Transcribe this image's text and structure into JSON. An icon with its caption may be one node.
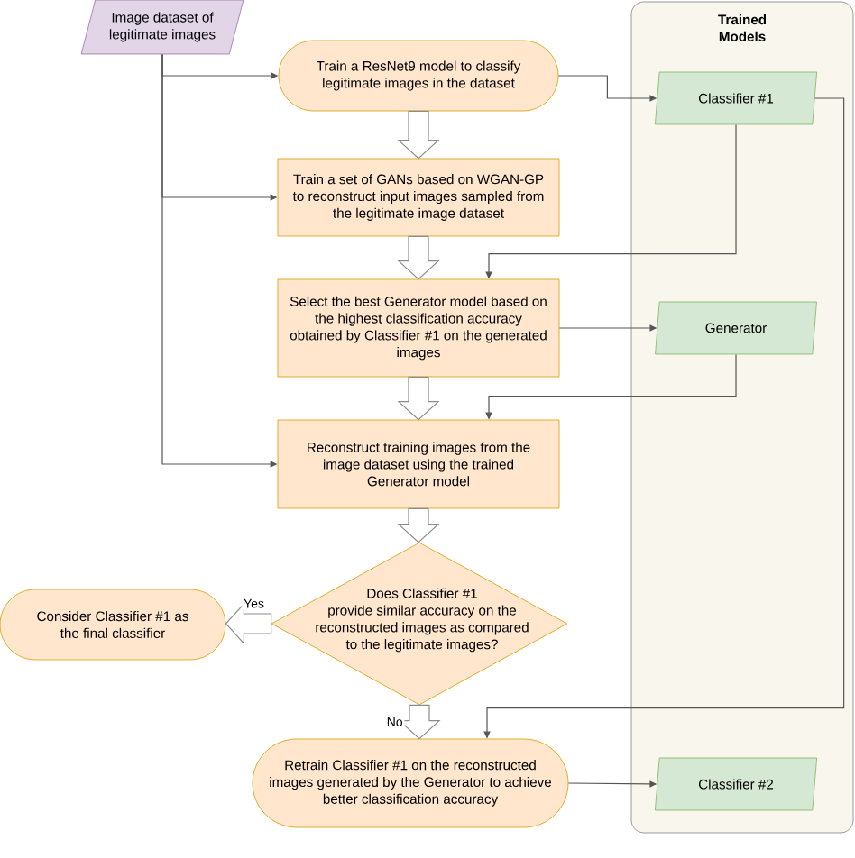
{
  "diagram": {
    "nodes": [
      {
        "text": [
          "Image dataset of legitimate images"
        ]
      },
      {
        "text": [
          "Trained Models"
        ]
      },
      {
        "text": [
          "Train a ResNet9 model to classify legitimate images in the dataset"
        ]
      },
      {
        "text": [
          "Classifier #1"
        ],
        "in": 1
      },
      {
        "text": [
          "Train a set of GANs based on WGAN-GP to reconstruct input images sampled from the legitimate image dataset"
        ]
      },
      {
        "text": [
          "Select the best Generator model based on the highest classification accuracy obtained by Classifier #1 on the generated images"
        ]
      },
      {
        "text": [
          "Generator"
        ],
        "in": 1
      },
      {
        "text": [
          "Reconstruct training images from the image dataset using the trained Generator model"
        ]
      },
      {
        "text": [
          "Does Classifier #1 provide similar accuracy on the reconstructed images as compared to the legitimate images?"
        ]
      },
      {
        "text": [
          "Consider Classifier #1 as the final classifier"
        ]
      },
      {
        "text": [
          "Retrain Classifier #1 on the reconstructed images generated by the Generator to achieve better classification accuracy"
        ]
      },
      {
        "text": [
          "Classifier #2"
        ],
        "in": 1
      }
    ],
    "edges": [
      {
        "from": 0,
        "to": 2,
        "arrow": "to"
      },
      {
        "from": 0,
        "to": 4,
        "arrow": "to"
      },
      {
        "from": 0,
        "to": 7,
        "arrow": "to"
      },
      {
        "from": 2,
        "to": 4,
        "arrow": "to",
        "style": "thick"
      },
      {
        "from": 2,
        "to": 3,
        "arrow": "to"
      },
      {
        "from": 3,
        "to": 5,
        "arrow": "to"
      },
      {
        "from": 4,
        "to": 5,
        "arrow": "to",
        "style": "thick"
      },
      {
        "from": 5,
        "to": 6,
        "arrow": "to"
      },
      {
        "from": 6,
        "to": 7,
        "arrow": "to"
      },
      {
        "from": 5,
        "to": 7,
        "arrow": "to",
        "style": "thick"
      },
      {
        "from": 7,
        "to": 8,
        "arrow": "to",
        "style": "thick"
      },
      {
        "from": 8,
        "to": 9,
        "arrow": "to",
        "style": "thick",
        "label": "Yes"
      },
      {
        "from": 8,
        "to": 10,
        "arrow": "to",
        "style": "thick",
        "label": "No"
      },
      {
        "from": 3,
        "to": 10,
        "arrow": "to"
      },
      {
        "from": 10,
        "to": 11,
        "arrow": "to"
      }
    ]
  }
}
